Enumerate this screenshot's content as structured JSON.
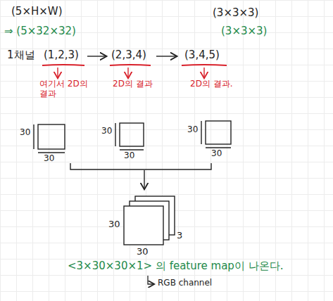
{
  "diagram": {
    "labels": [
      "(5×H×W)",
      "(3×3×3)",
      "⇒ (5×32×32)",
      "(3×3×3)",
      "1채널",
      "(1,2,3)",
      "(2,3,4)",
      "(3,4,5)",
      "여기서 2D의 결과",
      "2D의 결과",
      "2D의 결과.",
      "30",
      "30",
      "30",
      "30",
      "30",
      "30",
      "30",
      "30",
      "3",
      "<3×30×30×1> 의 feature map이 나온다.",
      "RGB channel"
    ]
  }
}
